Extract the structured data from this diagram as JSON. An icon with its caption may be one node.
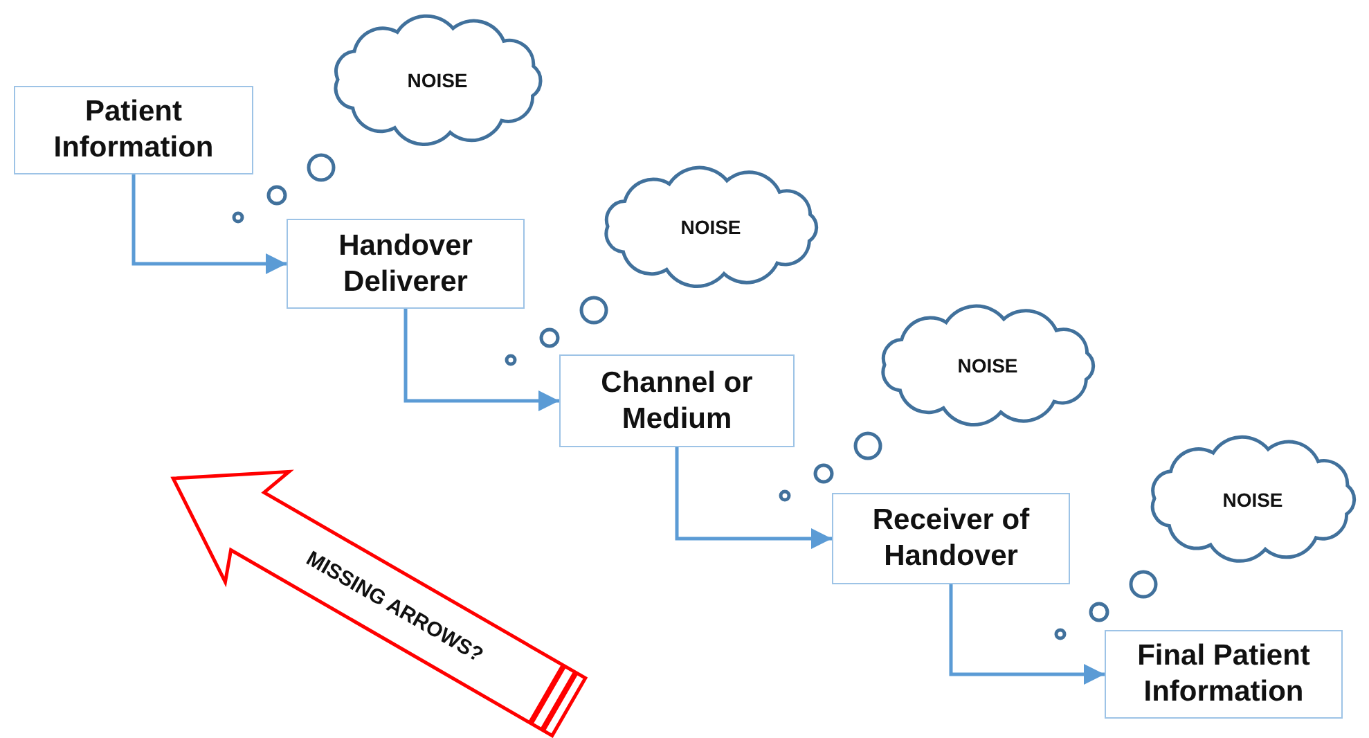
{
  "diagram": {
    "nodes": [
      {
        "text": [
          "Patient Information"
        ]
      },
      {
        "text": [
          "NOISE"
        ]
      },
      {
        "text": [
          "Handover Deliverer"
        ]
      },
      {
        "text": [
          "NOISE"
        ]
      },
      {
        "text": [
          "Channel or Medium"
        ]
      },
      {
        "text": [
          "NOISE"
        ]
      },
      {
        "text": [
          "Receiver of Handover"
        ]
      },
      {
        "text": [
          "NOISE"
        ]
      },
      {
        "text": [
          "Final Patient Information"
        ]
      },
      {
        "text": [
          "MISSING ARROWS?"
        ]
      }
    ],
    "edges": [
      {
        "from": 0,
        "to": 2,
        "arrow": "to"
      },
      {
        "from": 2,
        "to": 4,
        "arrow": "to"
      },
      {
        "from": 4,
        "to": 6,
        "arrow": "to"
      },
      {
        "from": 6,
        "to": 8,
        "arrow": "to"
      }
    ]
  }
}
